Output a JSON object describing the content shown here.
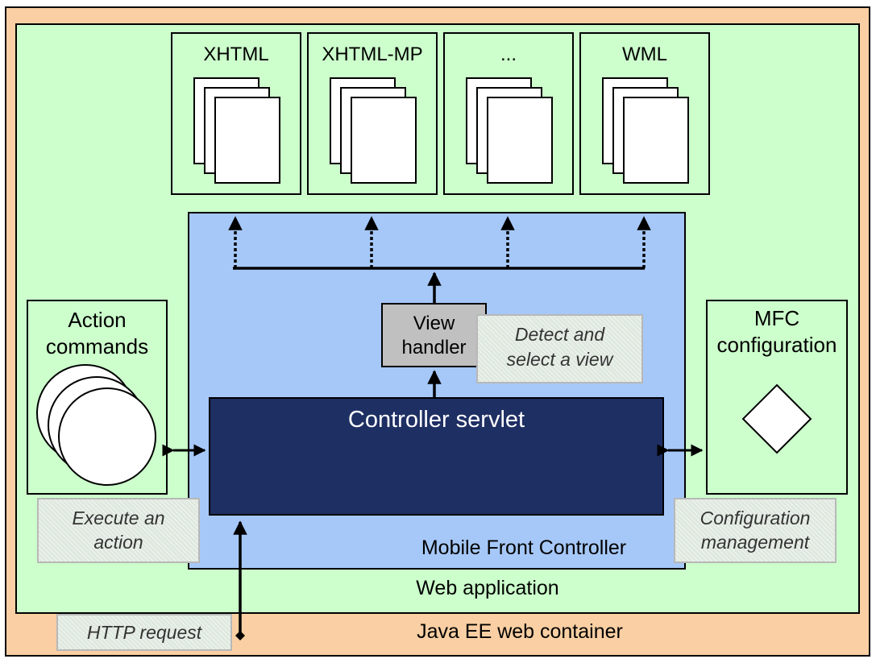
{
  "container": {
    "label": "Java EE web container"
  },
  "webapp": {
    "label": "Web application"
  },
  "mfc": {
    "label": "Mobile Front Controller"
  },
  "servlet": {
    "label": "Controller servlet"
  },
  "view_handler": {
    "line1": "View",
    "line2": "handler"
  },
  "views": [
    {
      "label": "XHTML"
    },
    {
      "label": "XHTML-MP"
    },
    {
      "label": "..."
    },
    {
      "label": "WML"
    }
  ],
  "action_commands": {
    "line1": "Action",
    "line2": "commands"
  },
  "mfc_config": {
    "line1": "MFC",
    "line2": "configuration"
  },
  "notes": {
    "detect": {
      "line1": "Detect and",
      "line2": "select a view"
    },
    "execute": {
      "line1": "Execute an",
      "line2": "action"
    },
    "configuration": {
      "line1": "Configuration",
      "line2": "management"
    },
    "http": "HTTP request"
  },
  "colors": {
    "container": "#f9cfa3",
    "webapp": "#ccffcc",
    "mfc": "#a6c8f8",
    "servlet": "#1e2f63",
    "view_handler": "#c0c0c0"
  }
}
